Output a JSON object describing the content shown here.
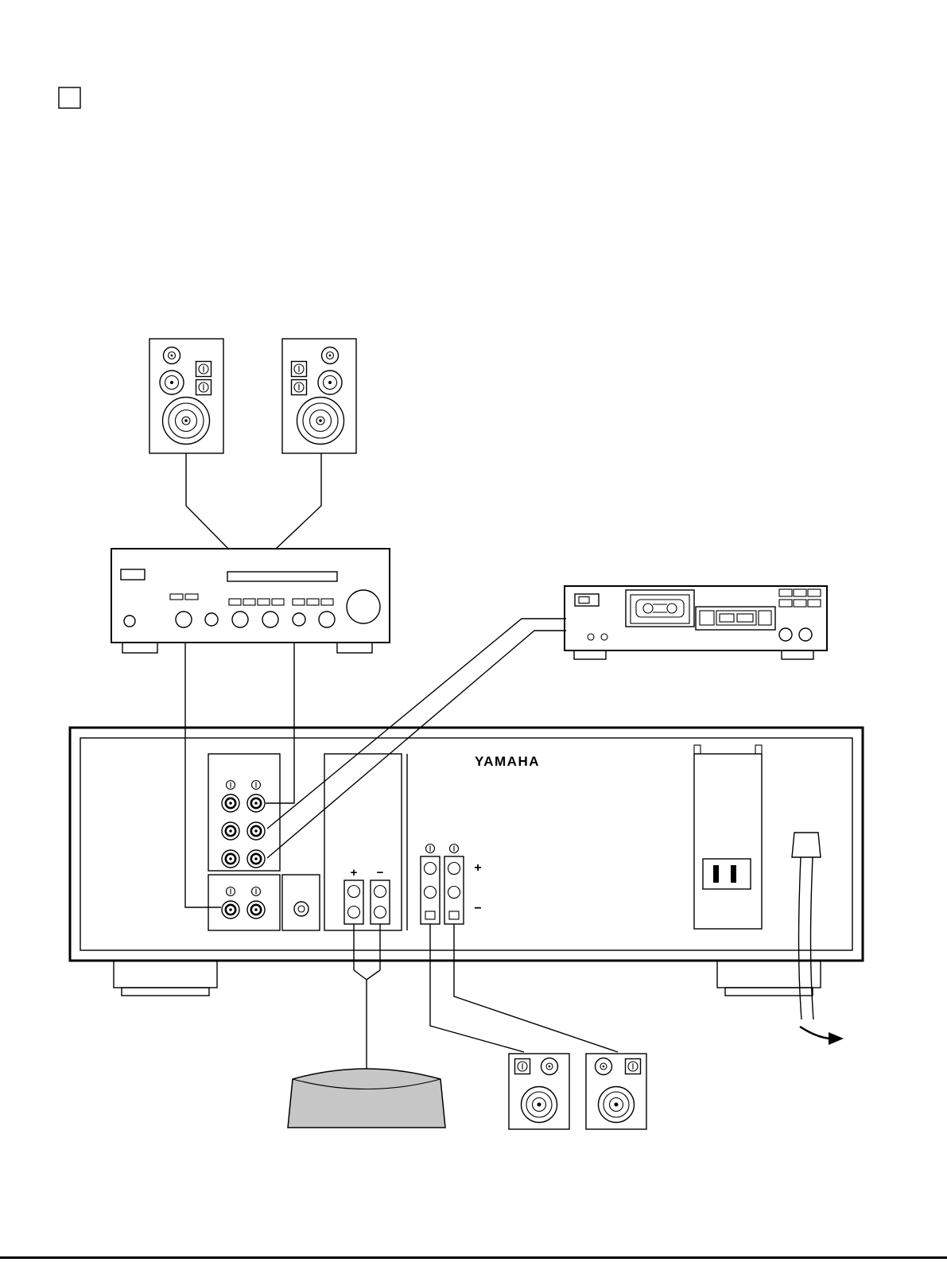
{
  "brand": "YAMAHA",
  "terminals": {
    "front_pair": {
      "plus": "+",
      "minus": "−"
    },
    "rear_pair": {
      "plus": "+",
      "minus": "−"
    }
  },
  "colors": {
    "line": "#000000",
    "paper": "#ffffff",
    "subwoofer_fill": "#c6c6c6"
  },
  "icons": {
    "checkbox_marker": "empty-square",
    "direction_arrow": "right-arrow",
    "channel_marker": "circled-slot",
    "speaker_terminal": "squared-slot"
  }
}
